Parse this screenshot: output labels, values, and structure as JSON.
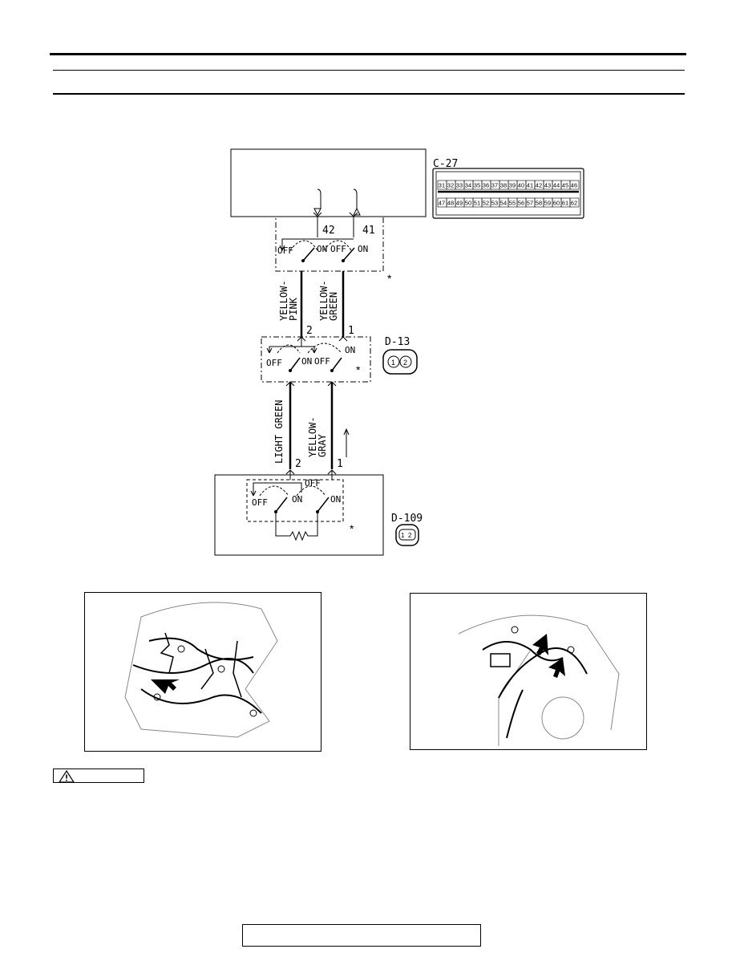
{
  "header": {},
  "ecu_box": {
    "connector_id": "C-27",
    "pin_a": "42",
    "pin_b": "41"
  },
  "c27_connector": {
    "top_row": [
      "31",
      "32",
      "33",
      "34",
      "35",
      "36",
      "37",
      "38",
      "39",
      "40",
      "41",
      "42",
      "43",
      "44",
      "45",
      "46"
    ],
    "bottom_row": [
      "47",
      "48",
      "49",
      "50",
      "51",
      "52",
      "53",
      "54",
      "55",
      "56",
      "57",
      "58",
      "59",
      "60",
      "61",
      "62"
    ]
  },
  "switch_labels": {
    "off": "OFF",
    "on": "ON",
    "asterisk": "*"
  },
  "wires_upper": [
    {
      "color": "YELLOW-\nPINK",
      "pin": "2"
    },
    {
      "color": "YELLOW-\nGREEN",
      "pin": "1"
    }
  ],
  "wires_lower": [
    {
      "color": "LIGHT GREEN",
      "pin": "2"
    },
    {
      "color": "YELLOW-\nGRAY",
      "pin": "1"
    }
  ],
  "d13": {
    "id": "D-13",
    "pins": [
      "1",
      "2"
    ]
  },
  "d109": {
    "id": "D-109",
    "pins": [
      "1",
      "2"
    ]
  },
  "caution": {
    "icon": "warning-triangle-icon"
  },
  "footer": {}
}
